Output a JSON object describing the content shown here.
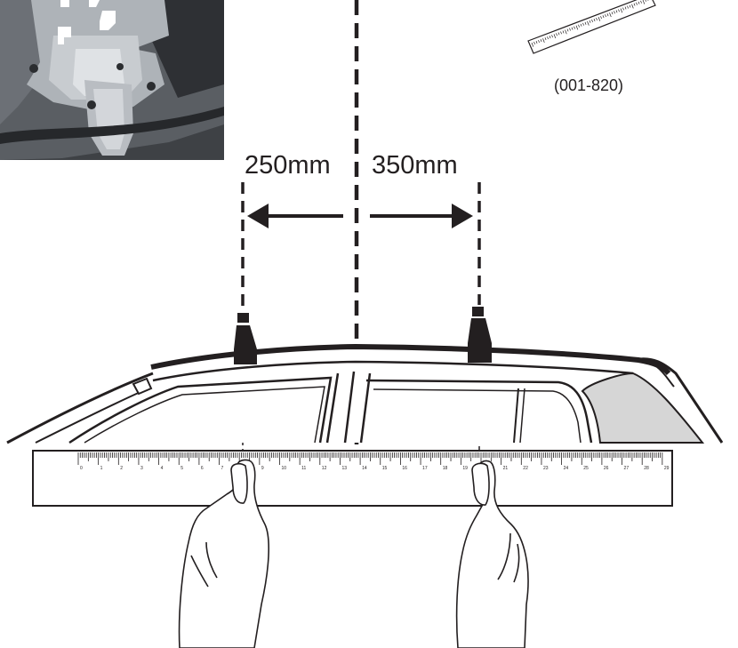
{
  "measurements": {
    "rear_offset": "250mm",
    "front_offset": "350mm"
  },
  "tool": {
    "part_number": "(001-820)",
    "icon": "ruler-icon"
  },
  "ruler": {
    "numbers": [
      "0",
      "1",
      "2",
      "3",
      "4",
      "5",
      "6",
      "7",
      "8",
      "9",
      "10",
      "11",
      "12",
      "13",
      "14",
      "15",
      "16",
      "17",
      "18",
      "19",
      "20",
      "21",
      "22",
      "23",
      "24",
      "25",
      "26",
      "27",
      "28",
      "29"
    ]
  },
  "colors": {
    "ink": "#231f20",
    "photo_dark": "#3f4246",
    "photo_light": "#c4c8cc",
    "glass": "#f1f1f1",
    "rear_glass": "#d6d6d6"
  }
}
